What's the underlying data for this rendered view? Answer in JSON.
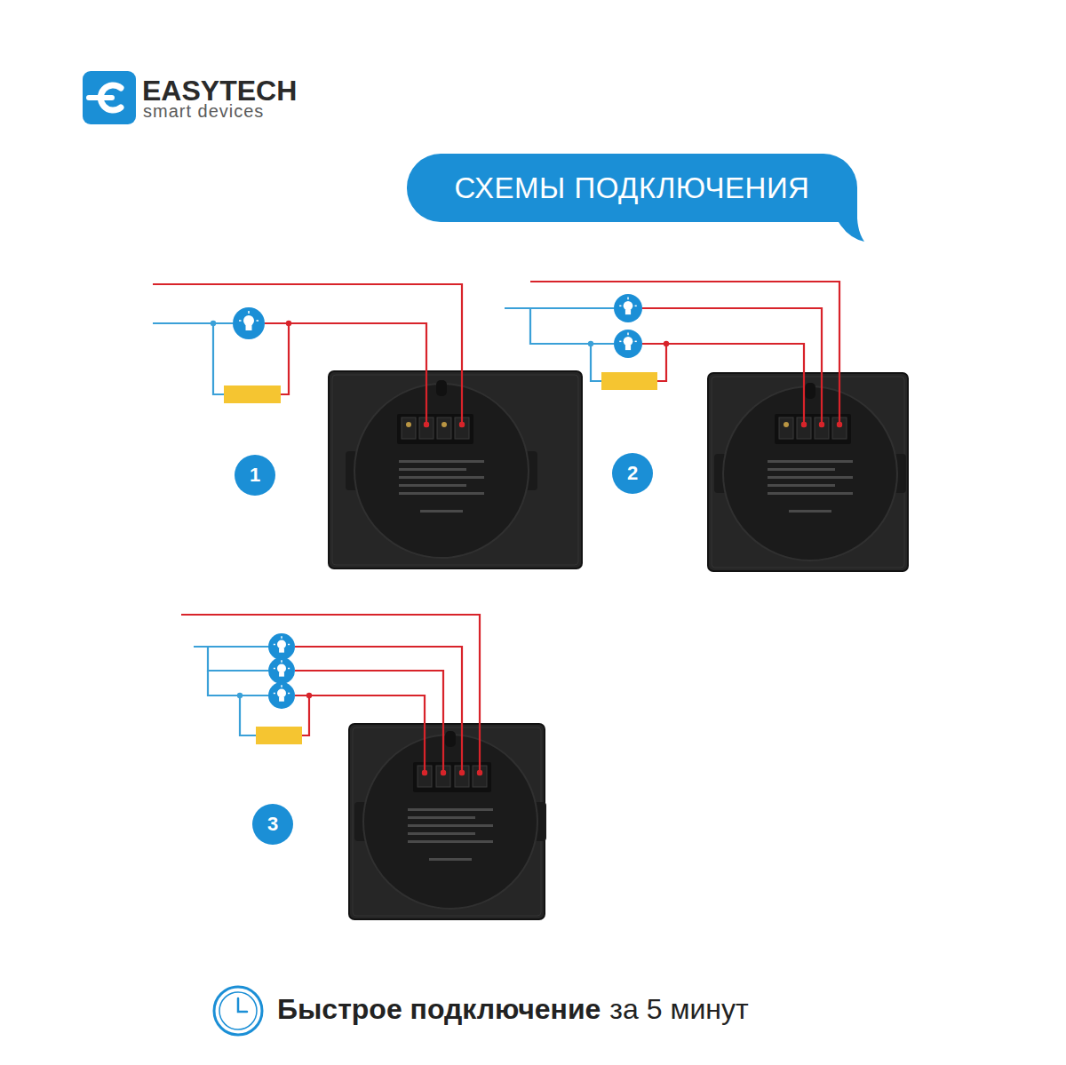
{
  "diagram": {
    "title": "СХЕМЫ ПОДКЛЮЧЕНИЯ",
    "nodes": [
      {
        "text": [
          "1"
        ]
      },
      {
        "text": [
          "2"
        ]
      },
      {
        "text": [
          "3"
        ]
      }
    ],
    "labels": [
      "EASYTECH",
      "smart devices",
      "Быстрое подключение",
      "за 5 минут"
    ]
  }
}
